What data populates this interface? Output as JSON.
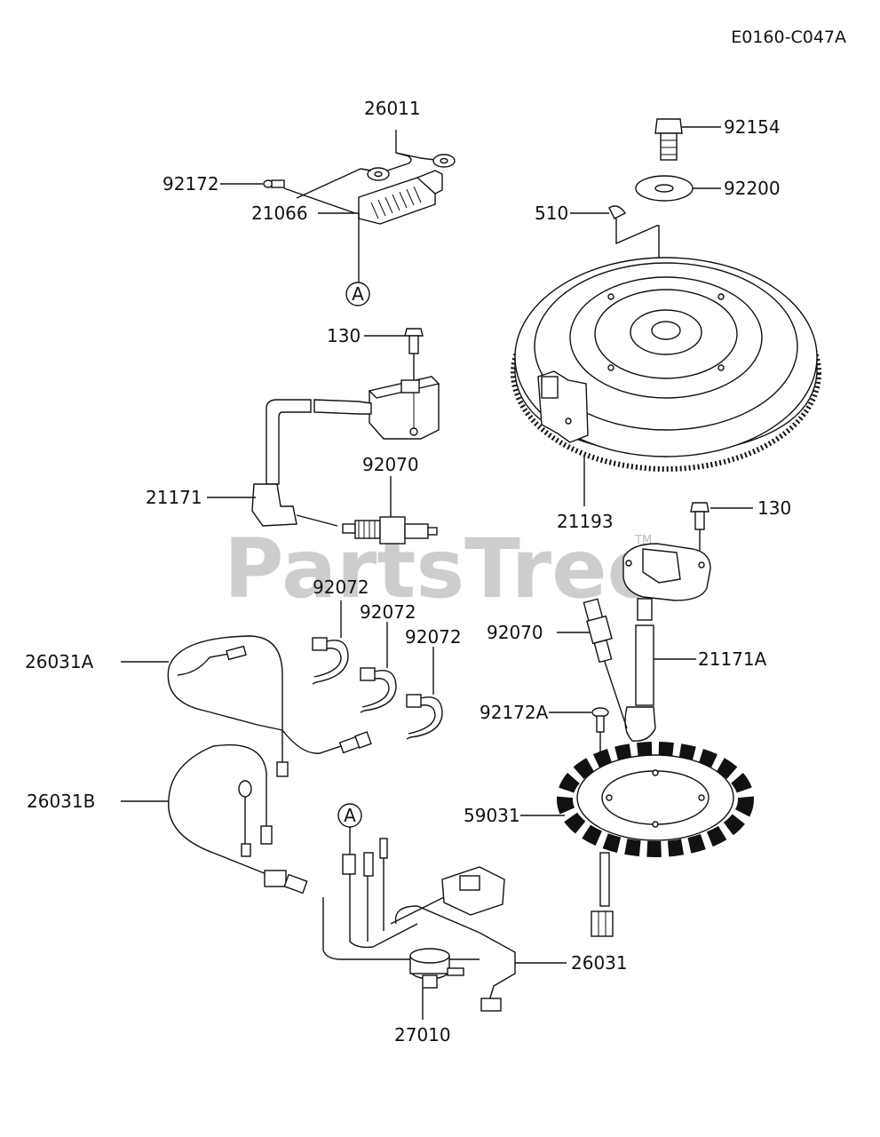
{
  "diagram_code": "E0160-C047A",
  "watermark": {
    "text": "PartsTree",
    "tm": "TM"
  },
  "callouts": {
    "c26011": "26011",
    "c92172": "92172",
    "c21066": "21066",
    "refA_top": "A",
    "c130_top": "130",
    "c92070_top": "92070",
    "c21171": "21171",
    "c92072_a": "92072",
    "c92072_b": "92072",
    "c92072_c": "92072",
    "c26031A": "26031A",
    "c26031B": "26031B",
    "refA_bottom": "A",
    "c26031": "26031",
    "c27010": "27010",
    "c92154": "92154",
    "c92200": "92200",
    "c510": "510",
    "c21193": "21193",
    "c130_right": "130",
    "c92070_right": "92070",
    "c21171A": "21171A",
    "c92172A": "92172A",
    "c59031": "59031"
  }
}
